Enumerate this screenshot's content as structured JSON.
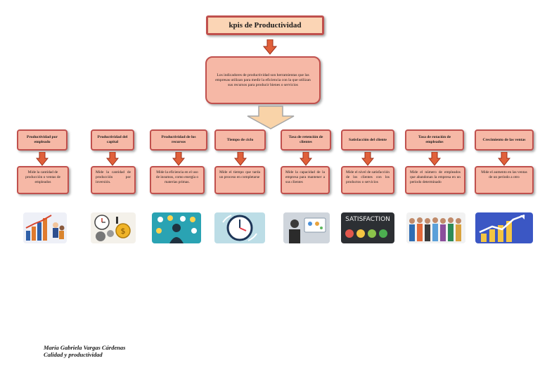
{
  "title": "kpis de Productividad",
  "intro": "Los indicadores de productividad son herramientas que las empresas utilizan para medir la eficiencia con la que utilizan sus recursos para producir bienes o servicios",
  "kpis": [
    {
      "name": "Productividad por empleado",
      "description": "Mide la cantidad de producción o ventas de empleados"
    },
    {
      "name": "Productividad del capital",
      "description": "Mide la cantidad de producción por inversión."
    },
    {
      "name": "Productividad de los recursos",
      "description": "Mide la eficiencia en el uso de insumos, como energía o materias primas."
    },
    {
      "name": "Tiempo de ciclo",
      "description": "Mide el tiempo que tarda un proceso en completarse"
    },
    {
      "name": "Tasa de retención de clientes",
      "description": "Mide la capacidad de la empresa para mantener a sus clientes"
    },
    {
      "name": "Satisfacción del cliente",
      "description": "Mide el nivel de satisfacción de los clientes con los productos o servicios"
    },
    {
      "name": "Tasa de rotación de empleados",
      "description": "Mide el número de empleados que abandonan la empresa en un periodo determinado"
    },
    {
      "name": "Crecimiento de las ventas",
      "description": "Mide el aumento en las ventas de un periodo a otro"
    }
  ],
  "satisfaction_sign": "SATISFACTION",
  "author": {
    "name": "María Gabriela Vargas Cárdenas",
    "course": "Calidad y productividad"
  }
}
